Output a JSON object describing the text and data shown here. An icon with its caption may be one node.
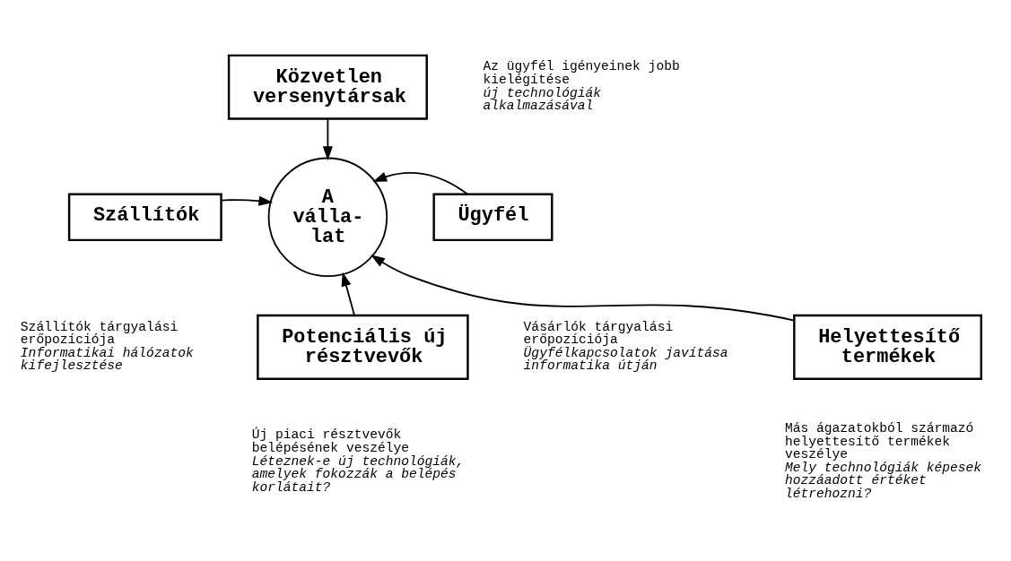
{
  "diagram": {
    "nodes": [
      {
        "text": [
          "Közvetlen versenytársak"
        ],
        "beside": [
          "Az ügyfél igényeinek jobb kielégítése",
          "új technológiák alkalmazásával"
        ]
      },
      {
        "text": [
          "Szállítók"
        ],
        "beside": [
          "Szállítók tárgyalási erőpozíciója",
          "Informatikai hálózatok kifejlesztése"
        ]
      },
      {
        "text": [
          "A válla- lat"
        ]
      },
      {
        "text": [
          "Ügyfél"
        ],
        "beside": [
          "Vásárlók tárgyalási erőpozíciója",
          "Ügyfélkapcsolatok javítása informatika útján"
        ]
      },
      {
        "text": [
          "Potenciális új résztvevők"
        ],
        "beside": [
          "Új piaci résztvevők belépésének veszélye",
          "Léteznek-e új technológiák, amelyek fokozzák a belépés korlátait?"
        ]
      },
      {
        "text": [
          "Helyettesítő termékek"
        ],
        "beside": [
          "Más ágazatokból származó helyettesítő termékek veszélye",
          "Mely technológiák képesek hozzáadott értéket létrehozni?"
        ]
      }
    ],
    "edges": [
      {
        "from": 0,
        "to": 2,
        "arrow": "to"
      },
      {
        "from": 1,
        "to": 2,
        "arrow": "to"
      },
      {
        "from": 3,
        "to": 2,
        "arrow": "to"
      },
      {
        "from": 4,
        "to": 2,
        "arrow": "to"
      },
      {
        "from": 5,
        "to": 2,
        "arrow": "to"
      }
    ]
  }
}
